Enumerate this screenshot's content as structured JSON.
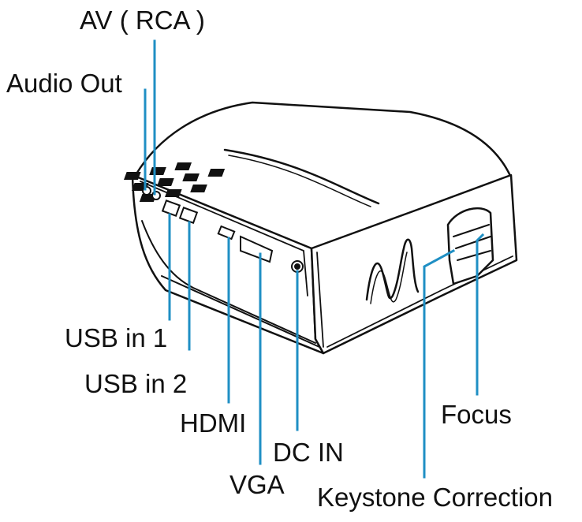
{
  "labels": {
    "av_rca": "AV ( RCA )",
    "audio_out": "Audio Out",
    "usb_in_1": "USB in 1",
    "usb_in_2": "USB in 2",
    "hdmi": "HDMI",
    "vga": "VGA",
    "dc_in": "DC IN",
    "focus": "Focus",
    "keystone": "Keystone Correction"
  },
  "colors": {
    "leader": "#1f8fc4",
    "outline": "#111111",
    "background": "#ffffff"
  }
}
